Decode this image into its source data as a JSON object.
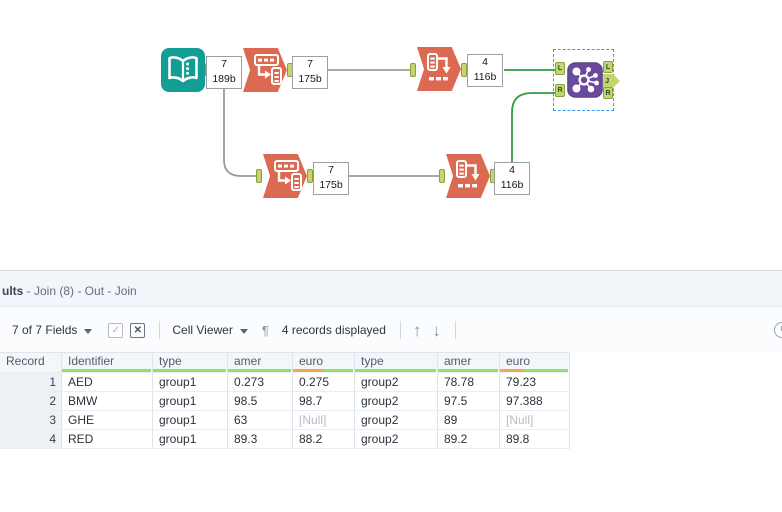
{
  "canvas": {
    "annotations": {
      "text_input": {
        "count": "7",
        "size": "189b"
      },
      "transpose_top": {
        "count": "7",
        "size": "175b"
      },
      "crosstab_top": {
        "count": "4",
        "size": "116b"
      },
      "transpose_bottom": {
        "count": "7",
        "size": "175b"
      },
      "crosstab_bottom": {
        "count": "4",
        "size": "116b"
      }
    },
    "join_anchor_labels": {
      "in_l": "L",
      "in_r": "R",
      "out_l": "L",
      "out_j": "J",
      "out_r": "R"
    },
    "colors": {
      "tool_teal": "#129e95",
      "tool_orange": "#dc6a52",
      "tool_purple": "#6a4a9d",
      "anchor_green": "#c5d56e",
      "wire_gray": "#9b9b9b",
      "wire_green": "#2f9b40",
      "selection_blue": "#2d9ff0"
    }
  },
  "results_panel": {
    "header": {
      "title_bold": "ults",
      "breadcrumb_rest": " - Join (8) - Out - Join"
    },
    "toolbar": {
      "fields_label": "7 of 7 Fields",
      "check_icon_glyph": "✓",
      "clear_icon_glyph": "✕",
      "cell_viewer_label": "Cell Viewer",
      "pilcrow_glyph": "¶",
      "records_label": "4 records displayed",
      "up_arrow_glyph": "↑",
      "down_arrow_glyph": "↓"
    },
    "table": {
      "null_text": "[Null]",
      "columns": [
        {
          "label": "Record",
          "width": 62,
          "quality": "none"
        },
        {
          "label": "Identifier",
          "width": 91,
          "quality": "ok"
        },
        {
          "label": "type",
          "width": 75,
          "quality": "ok"
        },
        {
          "label": "amer",
          "width": 65,
          "quality": "ok"
        },
        {
          "label": "euro",
          "width": 62,
          "quality": "nulls",
          "orange_frac": 0.5
        },
        {
          "label": "type",
          "width": 83,
          "quality": "ok"
        },
        {
          "label": "amer",
          "width": 62,
          "quality": "ok"
        },
        {
          "label": "euro",
          "width": 70,
          "quality": "nulls",
          "orange_frac": 0.35
        }
      ],
      "rows": [
        [
          "1",
          "AED",
          "group1",
          "0.273",
          "0.275",
          "group2",
          "78.78",
          "79.23"
        ],
        [
          "2",
          "BMW",
          "group1",
          "98.5",
          "98.7",
          "group2",
          "97.5",
          "97.388"
        ],
        [
          "3",
          "GHE",
          "group1",
          "63",
          "[Null]",
          "group2",
          "89",
          "[Null]"
        ],
        [
          "4",
          "RED",
          "group1",
          "89.3",
          "88.2",
          "group2",
          "89.2",
          "89.8"
        ]
      ]
    }
  }
}
